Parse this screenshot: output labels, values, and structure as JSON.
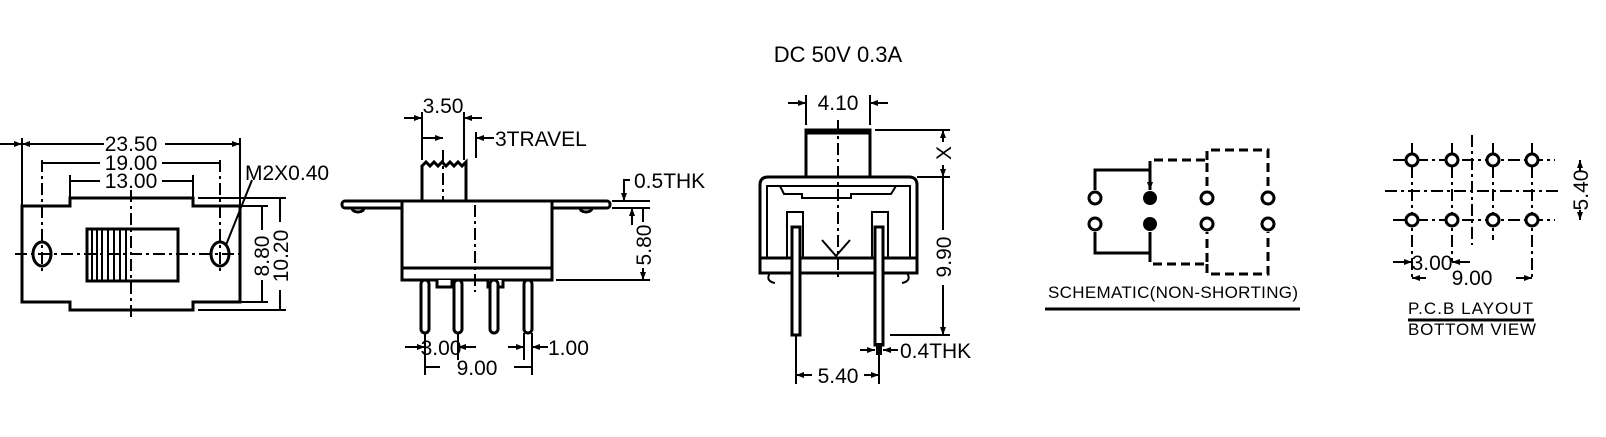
{
  "title": "DC  50V  0.3A",
  "top_view": {
    "dim_overall_width": "23.50",
    "dim_mount_hole_spacing": "19.00",
    "dim_center_width": "13.00",
    "dim_screw": "M2X0.40",
    "dim_height_inner": "8.80",
    "dim_height_outer": "10.20"
  },
  "side_view": {
    "dim_actuator_width": "3.50",
    "dim_travel": "3TRAVEL",
    "dim_plate_thickness": "0.5THK",
    "dim_body_height": "5.80",
    "dim_pin_pitch": "3.00",
    "dim_pin_span": "9.00",
    "dim_pin_width": "1.00"
  },
  "front_view": {
    "dim_actuator_width": "4.10",
    "dim_actuator_height": "X",
    "dim_total_height": "9.90",
    "dim_pin_thickness": "0.4THK",
    "dim_row_spacing": "5.40"
  },
  "schematic": {
    "label": "SCHEMATIC(NON-SHORTING)"
  },
  "pcb_layout": {
    "dim_row_spacing": "5.40",
    "dim_pitch": "3.00",
    "dim_span": "9.00",
    "label_line1": "P.C.B LAYOUT",
    "label_line2": "BOTTOM VIEW"
  }
}
